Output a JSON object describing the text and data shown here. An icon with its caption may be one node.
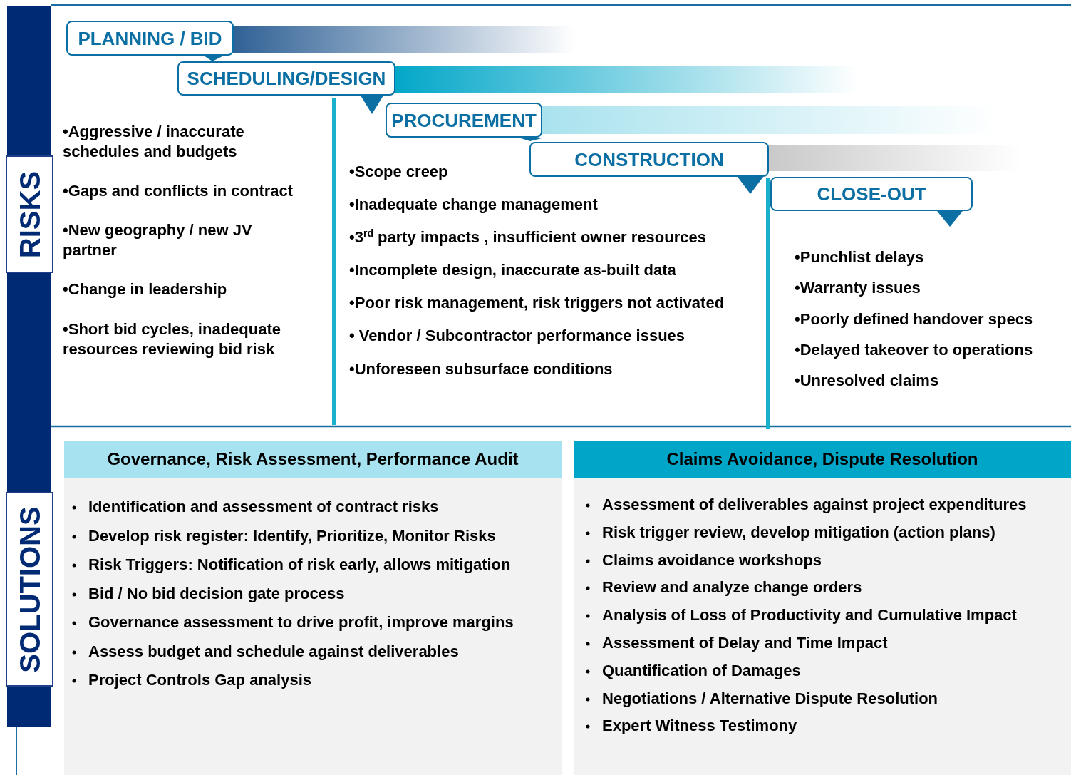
{
  "diagram": {
    "nodes": [
      {
        "text": [
          "PLANNING / BID"
        ]
      },
      {
        "text": [
          "SCHEDULING/DESIGN"
        ]
      },
      {
        "text": [
          "PROCUREMENT"
        ]
      },
      {
        "text": [
          "CONSTRUCTION"
        ]
      },
      {
        "text": [
          "RISKS"
        ]
      },
      {
        "text": [
          "CLOSE-OUT"
        ]
      },
      {
        "text": [
          "Governance, Risk Assessment, Performance Audit",
          "Identification and assessment of contract risks",
          "Develop risk register: Identify, Prioritize, Monitor Risks",
          "Risk Triggers: Notification of risk early, allows mitigation",
          "Bid / No bid decision gate process",
          "Governance assessment to drive profit, improve margins",
          "Assess budget and schedule against deliverables",
          "Project Controls Gap analysis"
        ]
      },
      {
        "text": [
          "Claims Avoidance, Dispute Resolution",
          "Assessment of deliverables against project expenditures",
          "Risk trigger review, develop mitigation (action plans)",
          "Claims avoidance workshops",
          "Review and analyze change orders",
          "Analysis of Loss of Productivity and Cumulative Impact",
          "Assessment of Delay and Time Impact",
          "Quantification of Damages",
          "Negotiations / Alternative Dispute Resolution",
          "Expert Witness Testimony"
        ]
      },
      {
        "text": [
          "SOLUTIONS"
        ]
      }
    ],
    "labels": [
      "•Aggressive / inaccurate schedules and budgets",
      "•Gaps and conflicts in contract",
      "•New geography / new JV partner",
      "•Change in leadership",
      "•Short bid cycles, inadequate resources reviewing bid risk",
      "•Scope creep",
      "•Inadequate change management",
      "•3$^{rd}$ party impacts , insufficient owner resources",
      "•Incomplete design, inaccurate as-built data",
      "•Poor risk management, risk triggers not activated",
      "• Vendor / Subcontractor performance issues",
      "•Unforeseen subsurface conditions",
      "•Punchlist delays",
      "•Warranty issues",
      "•Poorly defined handover specs",
      "•Delayed takeover to operations",
      "•Unresolved claims"
    ]
  }
}
